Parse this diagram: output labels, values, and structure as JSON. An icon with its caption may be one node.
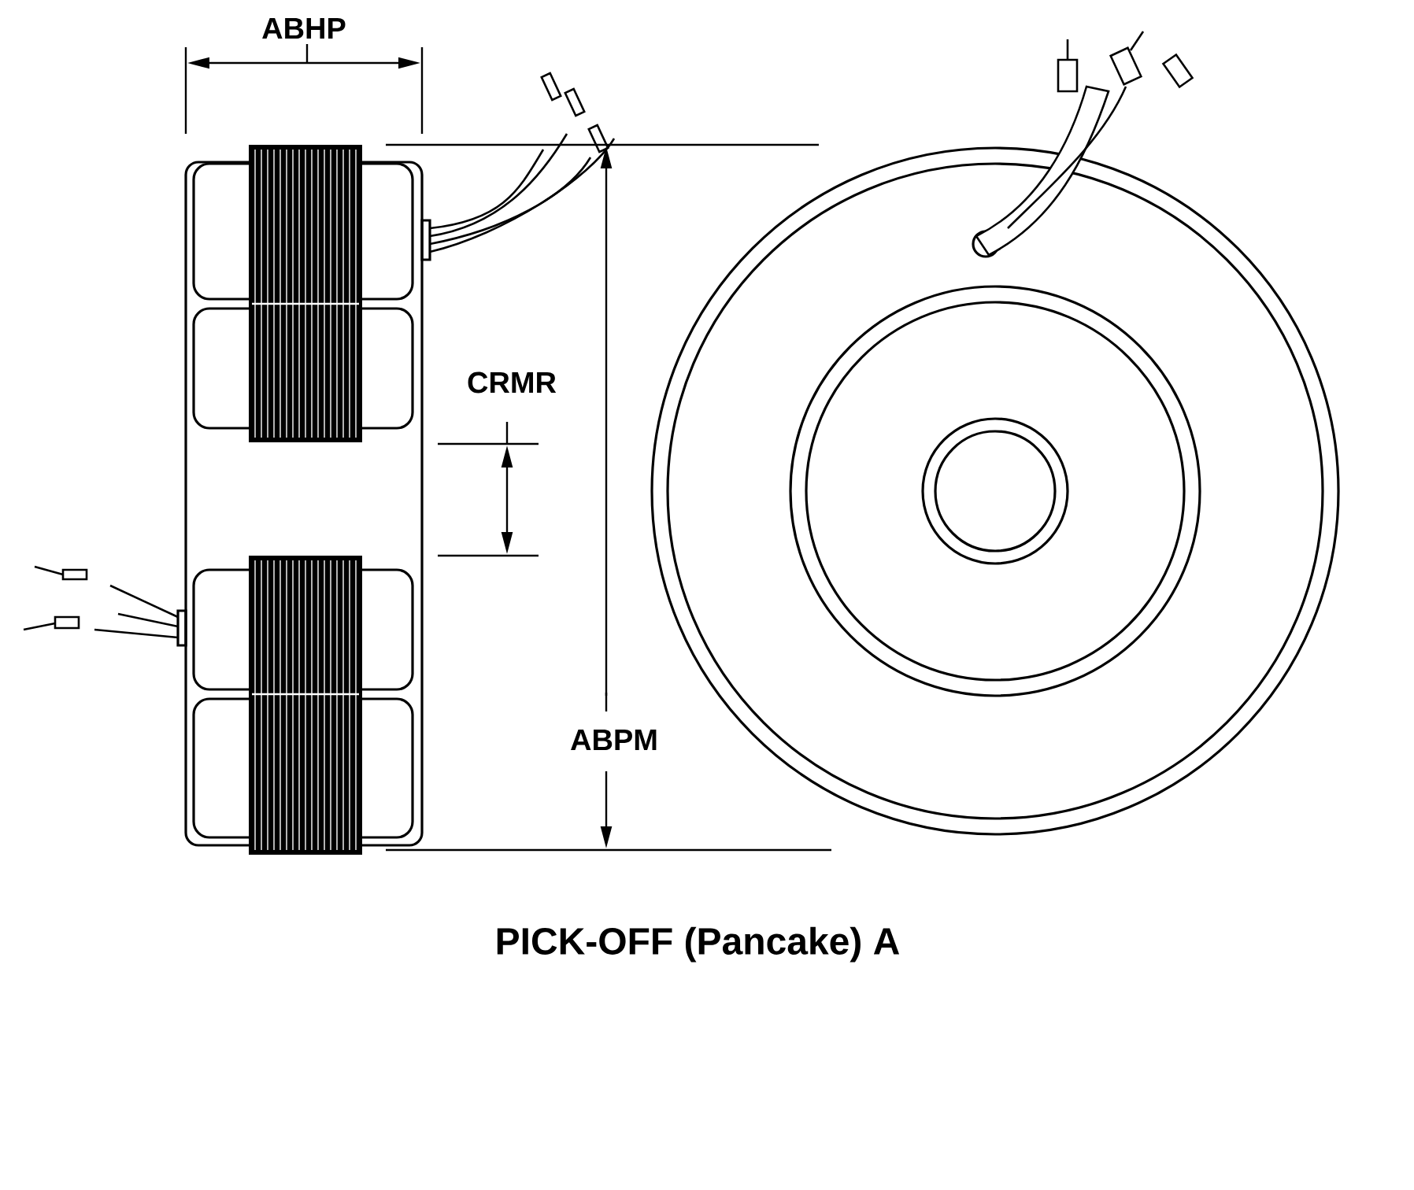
{
  "diagram": {
    "title": "PICK-OFF (Pancake) A",
    "labels": [
      "ABHP",
      "CRMR",
      "ABPM"
    ]
  }
}
